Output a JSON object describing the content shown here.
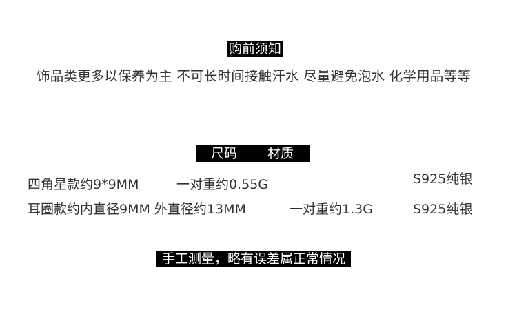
{
  "notice": {
    "title": "购前须知",
    "body": "饰品类更多以保养为主 不可长时间接触汗水  尽量避免泡水 化学用品等等"
  },
  "specs": {
    "size_label": "尺码",
    "material_label": "材质",
    "rows": [
      {
        "size": "四角星款约9*9MM",
        "weight": "一对重约0.55G",
        "material": "S925纯银"
      },
      {
        "size": "耳圈款约内直径9MM 外直径约13MM",
        "weight": "一对重约1.3G",
        "material": "S925纯银"
      }
    ]
  },
  "measurement_note": "手工测量，略有误差属正常情况"
}
